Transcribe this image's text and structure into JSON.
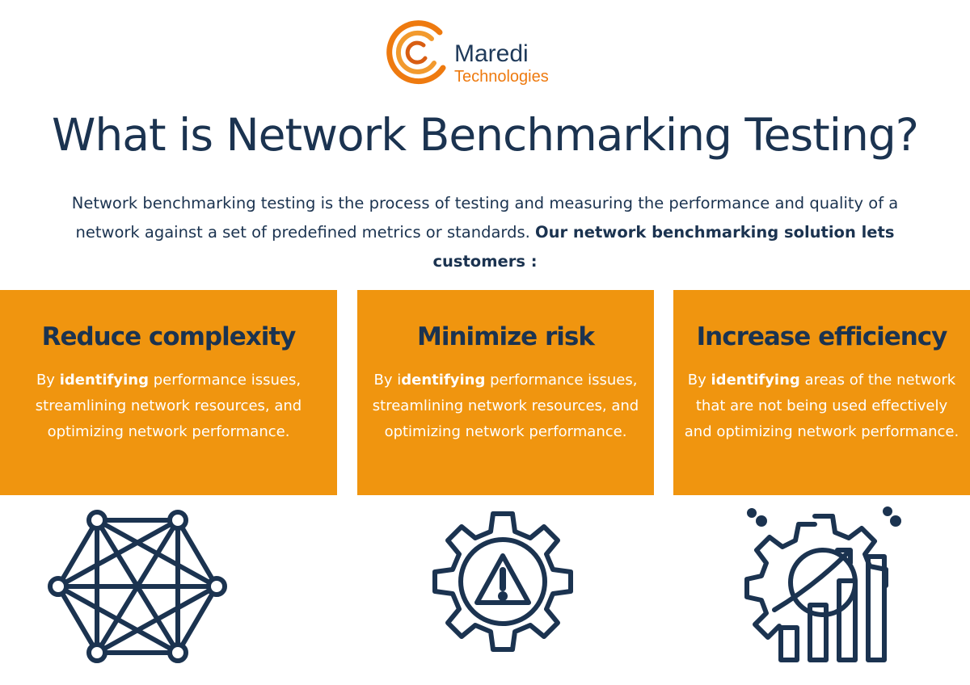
{
  "brand": {
    "name": "Maredi",
    "sub": "Technologies",
    "colors": {
      "orange": "#ee7a0f",
      "navy": "#1b3350",
      "card": "#f0950f"
    }
  },
  "title": "What is Network Benchmarking Testing?",
  "intro": {
    "text": "Network benchmarking testing is the process of testing and measuring the performance and quality of a network against a set of predefined metrics or standards.",
    "bold": "Our network benchmarking solution lets customers :"
  },
  "cards": [
    {
      "title": "Reduce complexity",
      "lead": "By ",
      "bold": "identifying",
      "rest": " performance issues, streamlining network resources, and optimizing network performance.",
      "icon": "network-mesh-icon"
    },
    {
      "title": "Minimize risk",
      "lead": "By i",
      "bold": "dentifying",
      "rest": " performance issues, streamlining network resources, and optimizing network performance.",
      "icon": "gear-warning-icon"
    },
    {
      "title": "Increase efficiency",
      "lead": "By ",
      "bold": "identifying",
      "rest": " areas of the network that are not being used effectively and optimizing network performance.",
      "icon": "gear-growth-chart-icon"
    }
  ]
}
